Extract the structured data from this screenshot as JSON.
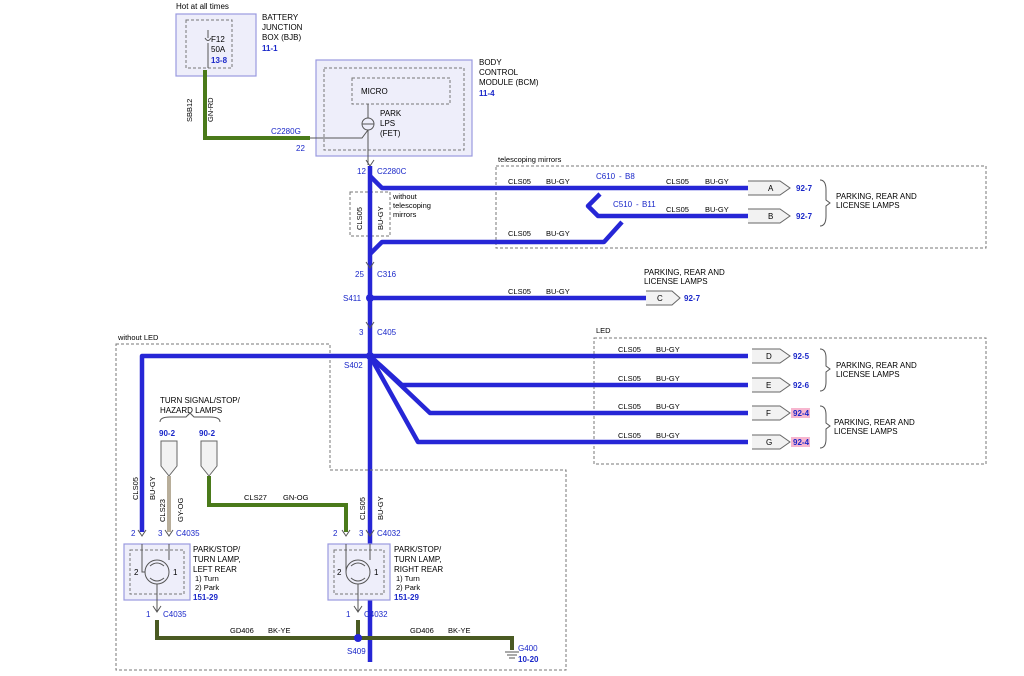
{
  "hot_label": "Hot at all times",
  "bjb": {
    "title": [
      "BATTERY",
      "JUNCTION",
      "BOX (BJB)"
    ],
    "ref": "11-1",
    "fuse": "F12",
    "amps": "50A",
    "fuse_ref": "13-8"
  },
  "bcm": {
    "title": [
      "BODY",
      "CONTROL",
      "MODULE (BCM)"
    ],
    "ref": "11-4",
    "micro": "MICRO",
    "fet": [
      "PARK",
      "LPS",
      "(FET)"
    ]
  },
  "feed_wire": {
    "circuit": "SBB12",
    "color": "GN-RD"
  },
  "connectors": {
    "c2280g": "C2280G",
    "c2280g_pin": "22",
    "c2280c": "C2280C",
    "c2280c_pin": "12",
    "c316": "C316",
    "c316_pin": "25",
    "c405": "C405",
    "c405_pin": "3",
    "c610": "C610",
    "c610_pin": "B8",
    "c510": "C510",
    "c510_pin": "B11",
    "c4035_top": "C4035",
    "c4035_top_pin2": "2",
    "c4035_top_pin3": "3",
    "c4032_top": "C4032",
    "c4032_top_pin2": "2",
    "c4032_top_pin3": "3",
    "c4035_bottom": "C4035",
    "c4035_bottom_pin": "1",
    "c4032_bottom": "C4032",
    "c4032_bottom_pin": "1"
  },
  "splices": {
    "s411": "S411",
    "s402": "S402",
    "s409": "S409"
  },
  "telescoping_label": "telescoping mirrors",
  "without_telescoping": [
    "without",
    "telescoping",
    "mirrors"
  ],
  "led_label": "LED",
  "without_led_label": "without LED",
  "wire_cls05": "CLS05",
  "wire_bugy": "BU-GY",
  "wire_cls23": "CLS23",
  "wire_gyog": "GY-OG",
  "wire_cls27": "CLS27",
  "wire_gnog": "GN-OG",
  "wire_gd406": "GD406",
  "wire_bkye": "BK-YE",
  "offpage": [
    {
      "letter": "A",
      "ref": "92-7"
    },
    {
      "letter": "B",
      "ref": "92-7"
    },
    {
      "letter": "C",
      "ref": "92-7"
    },
    {
      "letter": "D",
      "ref": "92-5"
    },
    {
      "letter": "E",
      "ref": "92-6"
    },
    {
      "letter": "F",
      "ref": "92-4"
    },
    {
      "letter": "G",
      "ref": "92-4"
    }
  ],
  "lamp_group": [
    "PARKING, REAR AND",
    "LICENSE LAMPS"
  ],
  "turn_signal": [
    "TURN SIGNAL/STOP/",
    "HAZARD LAMPS"
  ],
  "turn_refs": [
    "90-2",
    "90-2"
  ],
  "lamp_left": {
    "title": [
      "PARK/STOP/",
      "TURN LAMP,",
      "LEFT REAR"
    ],
    "functions": [
      "1) Turn",
      "2) Park"
    ],
    "ref": "151-29",
    "pin2": "2",
    "pin1": "1"
  },
  "lamp_right": {
    "title": [
      "PARK/STOP/",
      "TURN LAMP,",
      "RIGHT REAR"
    ],
    "functions": [
      "1) Turn",
      "2) Park"
    ],
    "ref": "151-29",
    "pin2": "2",
    "pin1": "1"
  },
  "ground": {
    "name": "G400",
    "ref": "10-20"
  },
  "colors": {
    "blue_wire": "#2626d6",
    "green_wire": "#4a7a1a",
    "ref_text": "#1a27c9",
    "ref_highlight": "#f7b6cf"
  }
}
